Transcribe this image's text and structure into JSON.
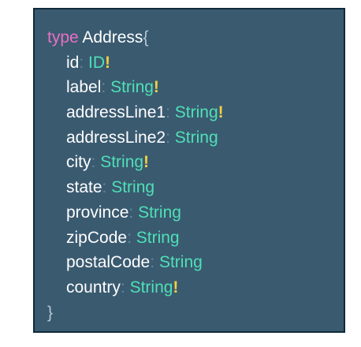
{
  "snippet": {
    "keyword": "type",
    "type_name": "Address",
    "open_brace": "{",
    "close_brace": "}",
    "separator": ":",
    "non_null_mark": "!",
    "fields": [
      {
        "name": "id",
        "type": "ID",
        "required": true
      },
      {
        "name": "label",
        "type": "String",
        "required": true
      },
      {
        "name": "addressLine1",
        "type": "String",
        "required": true
      },
      {
        "name": "addressLine2",
        "type": "String",
        "required": false
      },
      {
        "name": "city",
        "type": "String",
        "required": true
      },
      {
        "name": "state",
        "type": "String",
        "required": false
      },
      {
        "name": "province",
        "type": "String",
        "required": false
      },
      {
        "name": "zipCode",
        "type": "String",
        "required": false
      },
      {
        "name": "postalCode",
        "type": "String",
        "required": false
      },
      {
        "name": "country",
        "type": "String",
        "required": true
      }
    ]
  },
  "colors": {
    "panel_background": "#3a5a70",
    "panel_border": "#0f2a3a",
    "keyword": "#e96fc4",
    "field_name": "#ffffff",
    "type": "#4fe0b6",
    "non_null": "#f4d03f",
    "separator": "#5f8aa3"
  }
}
